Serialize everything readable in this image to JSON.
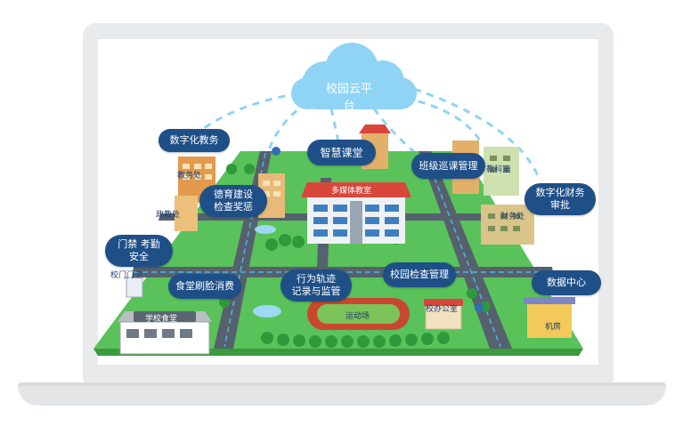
{
  "cloud": {
    "label": "校园云平台"
  },
  "callouts": {
    "digital_teaching": "数字化教务",
    "smart_classroom": "智慧课堂",
    "class_patrol": "班级巡课管理",
    "moral_education": "德育建设\n检查奖惩",
    "gate_security": "门禁 考勤\n安全",
    "canteen_payment": "食堂刷脸消费",
    "behavior_track": "行为轨迹\n记录与监管",
    "campus_inspection": "校园检查管理",
    "digital_finance": "数字化财务\n审批",
    "data_center": "数据中心"
  },
  "buildings": {
    "academic_office": "教务处",
    "political_office": "政教处",
    "school_gate": "校门门卫",
    "multimedia_classroom": "多媒体教室",
    "teaching_room": "教科室",
    "finance_office": "财务处",
    "canteen": "学校食堂",
    "playground": "运动场",
    "principal_office": "校办公室",
    "server_room": "机房"
  },
  "colors": {
    "callout_bg": "#1e4f87",
    "cloud": "#8fd3f5",
    "grass": "#59c25a",
    "road": "#55616d",
    "road_line": "#4fb6e8",
    "track": "#c9472f"
  }
}
